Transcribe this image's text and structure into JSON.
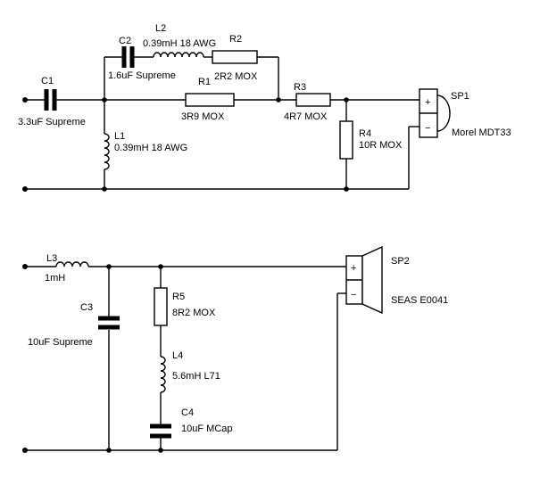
{
  "upper_network": {
    "components": [
      {
        "id": "C1",
        "ref": "C1",
        "value": "3.3uF Supreme"
      },
      {
        "id": "C2",
        "ref": "C2",
        "value": "1.6uF Supreme"
      },
      {
        "id": "L2",
        "ref": "L2",
        "value": "0.39mH 18 AWG"
      },
      {
        "id": "R2",
        "ref": "R2",
        "value": "2R2 MOX"
      },
      {
        "id": "R1",
        "ref": "R1",
        "value": "3R9 MOX"
      },
      {
        "id": "R3",
        "ref": "R3",
        "value": "4R7 MOX"
      },
      {
        "id": "L1",
        "ref": "L1",
        "value": "0.39mH 18 AWG"
      },
      {
        "id": "R4",
        "ref": "R4",
        "value": "10R MOX"
      }
    ],
    "speaker": {
      "ref": "SP1",
      "model": "Morel MDT33",
      "plus": "+",
      "minus": "−"
    }
  },
  "lower_network": {
    "components": [
      {
        "id": "L3",
        "ref": "L3",
        "value": "1mH"
      },
      {
        "id": "C3",
        "ref": "C3",
        "value": "10uF Supreme"
      },
      {
        "id": "R5",
        "ref": "R5",
        "value": "8R2 MOX"
      },
      {
        "id": "L4",
        "ref": "L4",
        "value": "5.6mH L71"
      },
      {
        "id": "C4",
        "ref": "C4",
        "value": "10uF MCap"
      }
    ],
    "speaker": {
      "ref": "SP2",
      "model": "SEAS E0041",
      "plus": "+",
      "minus": "−"
    }
  }
}
